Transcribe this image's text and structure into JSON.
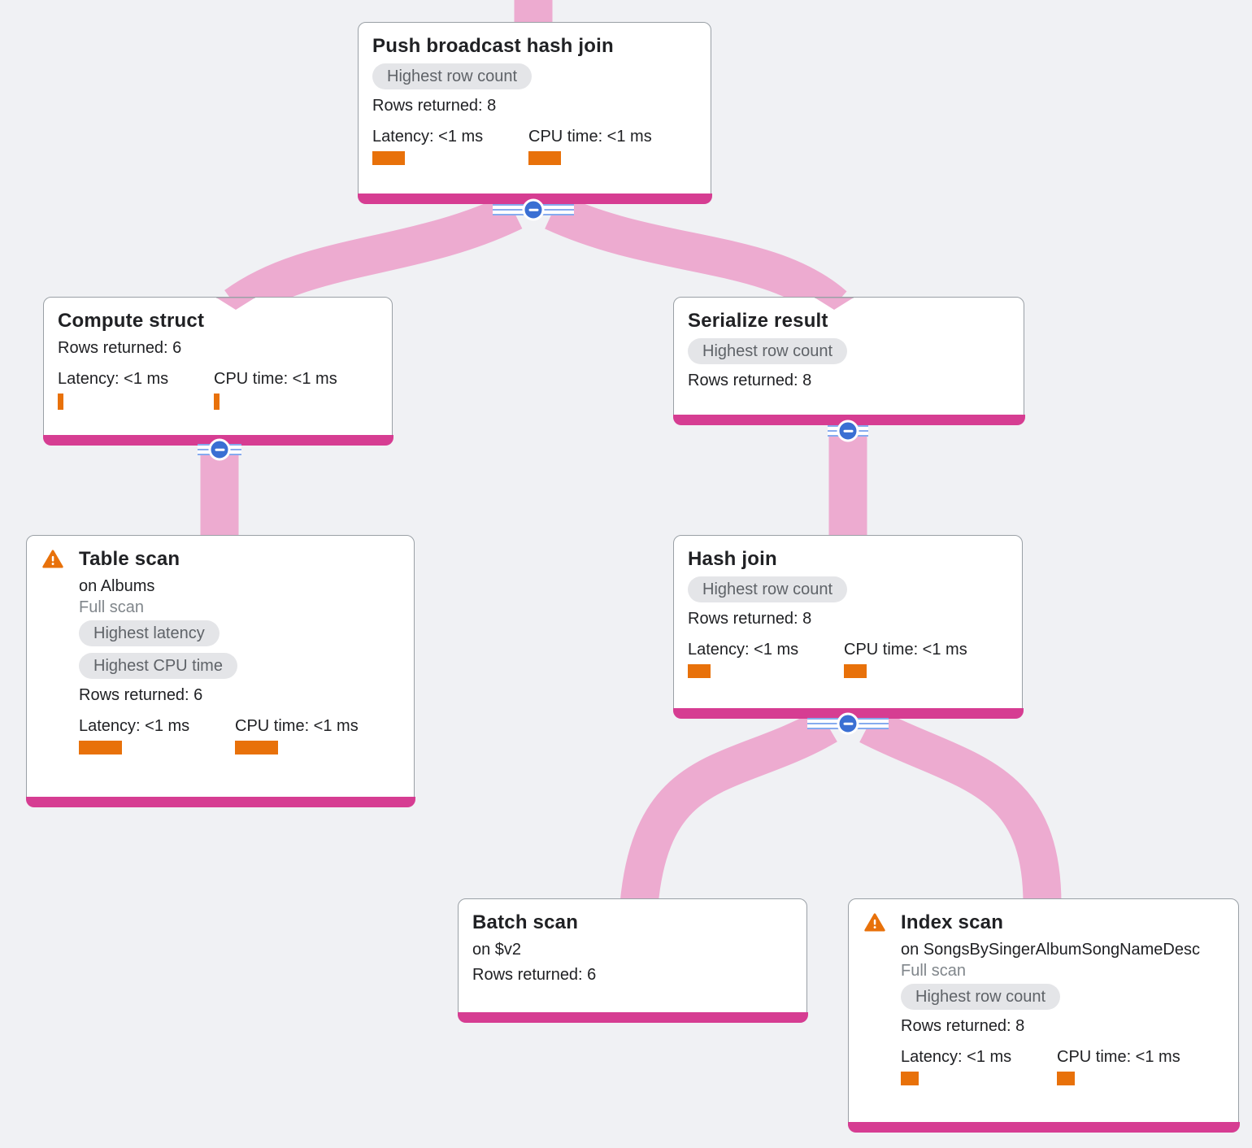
{
  "colors": {
    "canvas_background": "#f0f1f4",
    "link_pink": "#edabd0",
    "node_footer_magenta": "#d63d92",
    "metric_bar_orange": "#e8710a",
    "warning_orange": "#e8710a",
    "collapse_blue": "#3a6fd3",
    "badge_gray": "#e4e5e8",
    "badge_text_gray": "#5f6368"
  },
  "nodes": [
    {
      "title": "Push broadcast hash join",
      "badges": [
        "Highest row count"
      ],
      "rows": "Rows returned: 8",
      "latency": "Latency: <1 ms",
      "cpu": "CPU time: <1 ms"
    },
    {
      "title": "Compute struct",
      "rows": "Rows returned: 6",
      "latency": "Latency: <1 ms",
      "cpu": "CPU time: <1 ms"
    },
    {
      "title": "Serialize result",
      "badges": [
        "Highest row count"
      ],
      "rows": "Rows returned: 8"
    },
    {
      "title": "Table scan",
      "subtitle": "on Albums",
      "scan_type": "Full scan",
      "badges": [
        "Highest latency",
        "Highest CPU time"
      ],
      "rows": "Rows returned: 6",
      "latency": "Latency: <1 ms",
      "cpu": "CPU time: <1 ms"
    },
    {
      "title": "Hash join",
      "badges": [
        "Highest row count"
      ],
      "rows": "Rows returned: 8",
      "latency": "Latency: <1 ms",
      "cpu": "CPU time: <1 ms"
    },
    {
      "title": "Batch scan",
      "subtitle": "on $v2",
      "rows": "Rows returned: 6"
    },
    {
      "title": "Index scan",
      "subtitle": "on SongsBySingerAlbumSongNameDesc",
      "scan_type": "Full scan",
      "badges": [
        "Highest row count"
      ],
      "rows": "Rows returned: 8",
      "latency": "Latency: <1 ms",
      "cpu": "CPU time: <1 ms"
    }
  ]
}
